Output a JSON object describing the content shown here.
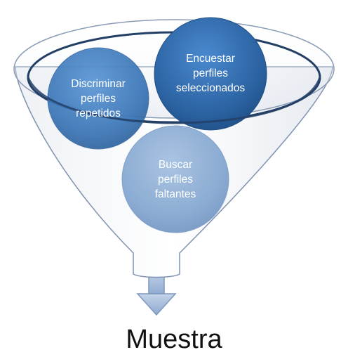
{
  "diagram": {
    "type": "funnel",
    "items": [
      {
        "id": "discriminar",
        "label": "Discriminar\nperfiles\nrepetidos"
      },
      {
        "id": "encuestar",
        "label": "Encuestar\nperfiles\nseleccionados"
      },
      {
        "id": "buscar",
        "label": "Buscar\nperfiles\nfaltantes"
      }
    ],
    "output": "Muestra"
  },
  "colors": {
    "circle_dark": "#2a5f9a",
    "circle_mid": "#3b7cc0",
    "circle_light": "#8fb0d6",
    "funnel_outline": "#6f86a6",
    "arrow": "#9db5d6"
  }
}
